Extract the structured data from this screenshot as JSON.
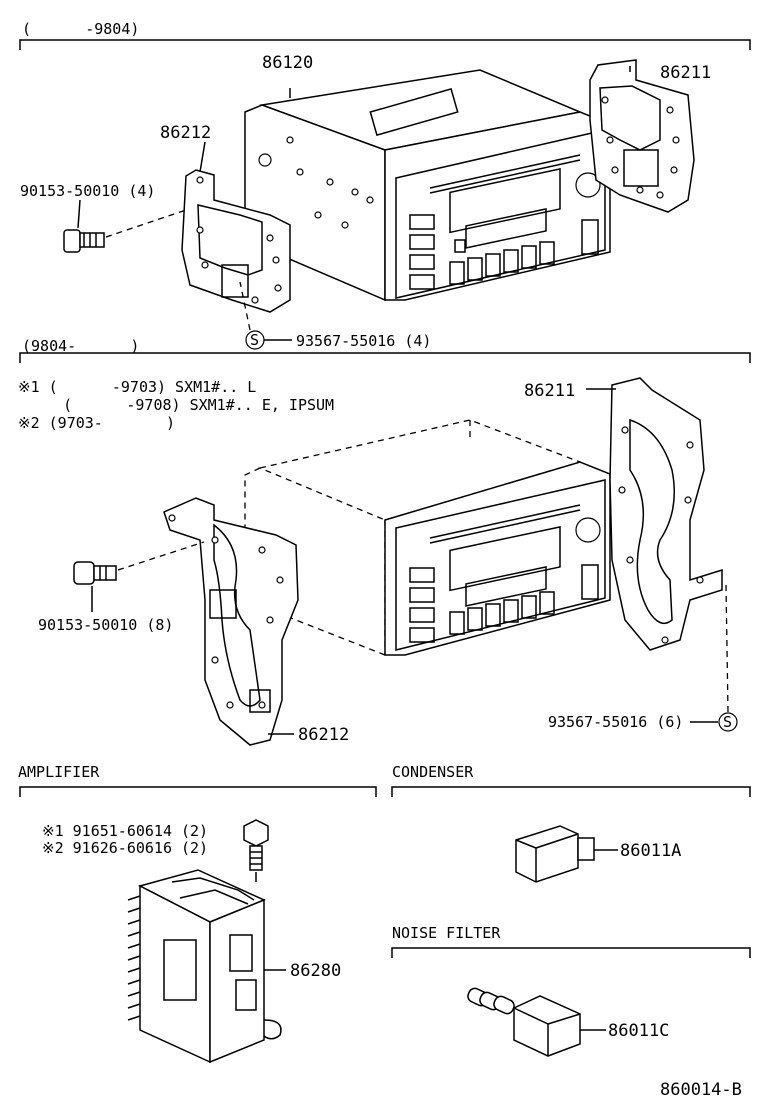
{
  "sections": {
    "top": {
      "range": "(      -9804)"
    },
    "middle": {
      "range": "(9804-      )",
      "notes": [
        "※1 (      -9703) SXM1#.. L",
        "     (      -9708) SXM1#.. E, IPSUM",
        "※2 (9703-       )"
      ]
    },
    "amplifier": {
      "title": "AMPLIFIER"
    },
    "condenser": {
      "title": "CONDENSER"
    },
    "noise_filter": {
      "title": "NOISE FILTER"
    }
  },
  "parts": {
    "top_radio": "86120",
    "top_bracket_right": "86211",
    "top_bracket_left": "86212",
    "top_bolt": "90153-50010 (4)",
    "top_screw": "93567-55016 (4)",
    "mid_bracket_right": "86211",
    "mid_bolt": "90153-50010 (8)",
    "mid_bracket_left": "86212",
    "mid_screw": "93567-55016 (6)",
    "amp_bolt_1": "※1 91651-60614 (2)",
    "amp_bolt_2": "※2 91626-60616 (2)",
    "amplifier": "86280",
    "condenser": "86011A",
    "noise_filter": "86011C",
    "screw_symbol": "S"
  },
  "figure_id": "860014-B"
}
